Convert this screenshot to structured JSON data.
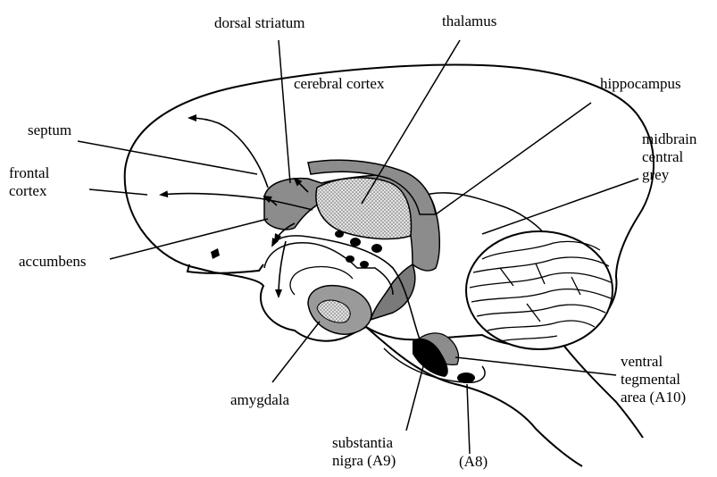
{
  "labels": {
    "dorsal_striatum": "dorsal striatum",
    "thalamus": "thalamus",
    "cerebral_cortex": "cerebral cortex",
    "hippocampus": "hippocampus",
    "septum": "septum",
    "midbrain_central_grey": [
      "midbrain",
      "central",
      "grey"
    ],
    "frontal_cortex": [
      "frontal",
      "cortex"
    ],
    "accumbens": "accumbens",
    "amygdala": "amygdala",
    "ventral_tegmental_area": [
      "ventral",
      "tegmental",
      "area (A10)"
    ],
    "substantia_nigra": [
      "substantia",
      "nigra (A9)"
    ],
    "a8": "(A8)"
  },
  "colors": {
    "line": "#000000",
    "striatum_fill": "#8c8c8c",
    "thalamus_fill": "#d9d9d9",
    "amygdala_fill": "#9a9a9a",
    "background": "#ffffff"
  }
}
